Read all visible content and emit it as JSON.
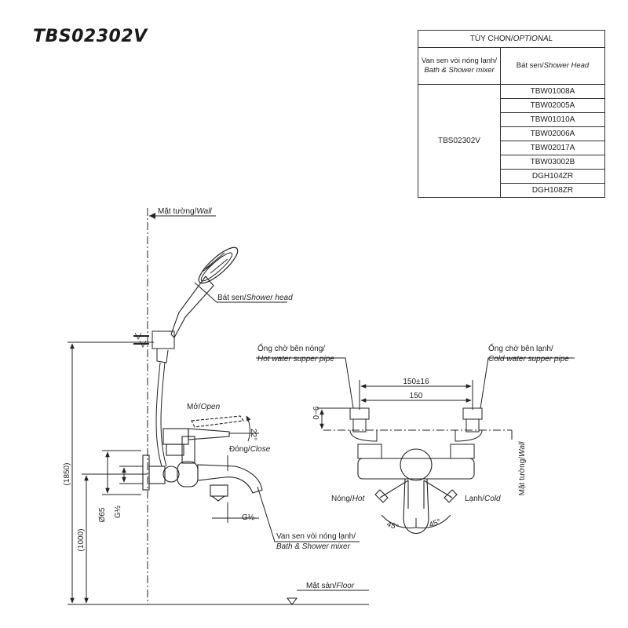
{
  "title": "TBS02302V",
  "options_table": {
    "header_vi": "TÙY CHỌN/",
    "header_en": "OPTIONAL",
    "col1_vi": "Van sen vòi nóng lạnh/",
    "col1_en": "Bath & Shower mixer",
    "col2_vi": "Bát sen/",
    "col2_en": "Shower Head",
    "model": "TBS02302V",
    "items": [
      "TBW01008A",
      "TBW02005A",
      "TBW01010A",
      "TBW02006A",
      "TBW02017A",
      "TBW03002B",
      "DGH104ZR",
      "DGH108ZR"
    ]
  },
  "labels": {
    "wall_top_vi": "Mặt tường/",
    "wall_top_en": "Wall",
    "shower_head_vi": "Bát sen/",
    "shower_head_en": "Shower head",
    "open_vi": "Mở/",
    "open_en": "Open",
    "close_vi": "Đóng/",
    "close_en": "Close",
    "angle_22": "22°",
    "mixer_vi": "Van sen vòi nóng lạnh/",
    "mixer_en": "Bath & Shower mixer",
    "floor_vi": "Mặt sàn/",
    "floor_en": "Floor",
    "hot_pipe_vi": "Ống chờ bên nóng/",
    "hot_pipe_en": "Hot water supper pipe",
    "cold_pipe_vi": "Ống chờ bên lạnh/",
    "cold_pipe_en": "Cold water supper pipe",
    "dim_150_16": "150±16",
    "dim_150": "150",
    "dim_0_6": "0~6",
    "wall_side_vi": "Mặt tường/",
    "wall_side_en": "Wall",
    "hot_vi": "Nóng/",
    "hot_en": "Hot",
    "cold_vi": "Lạnh/",
    "cold_en": "Cold",
    "angle_45_left": "45°",
    "angle_45_right": "45°",
    "dim_1850": "(1850)",
    "dim_1000": "(1000)",
    "dim_65": "Ø65",
    "g_half_left": "G½",
    "g_half_bottom": "G½"
  }
}
